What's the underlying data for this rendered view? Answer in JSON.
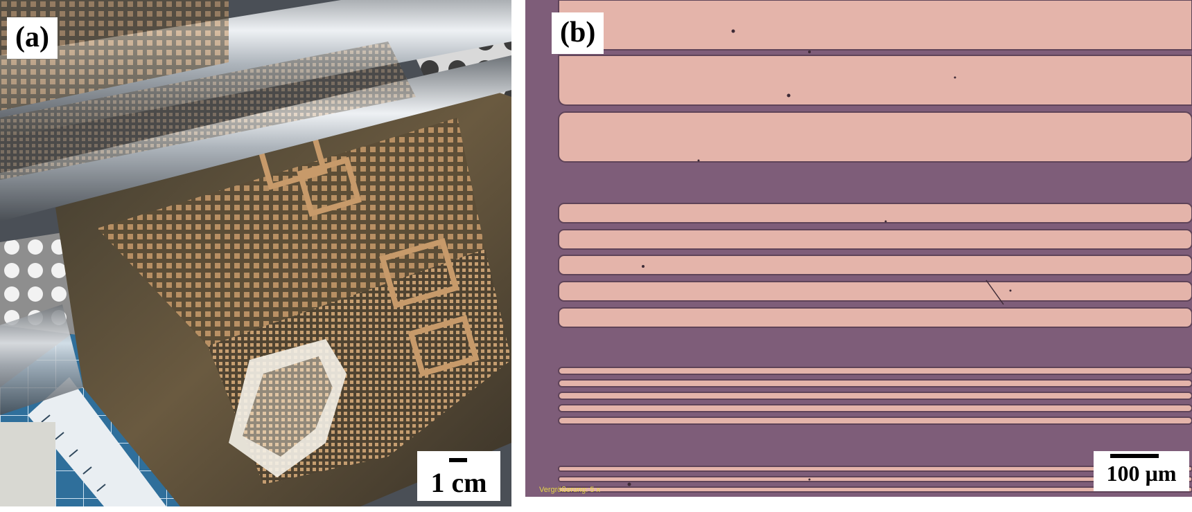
{
  "panel_a": {
    "label": "(a)",
    "scale_bar": "1 cm"
  },
  "panel_b": {
    "label": "(b)",
    "scale_bar": "100 µm",
    "magnification_text": "Vergrößerung:  5 x"
  },
  "colors": {
    "substrate_purple": "#7e5d79",
    "metal_pink": "#e4b4aa",
    "stripe_edge": "#5e4358",
    "roller_silver": "#c9cdd2",
    "film_bronze": "#6a5a40",
    "copper_pads": "#c79a6a",
    "table_blue": "#2f6f9b",
    "scale_yellow": "#e6d64a"
  },
  "icons": {
    "panel_a_content": "flexible-film-roll-photo",
    "panel_b_content": "microscope-stripe-pattern-photo"
  }
}
